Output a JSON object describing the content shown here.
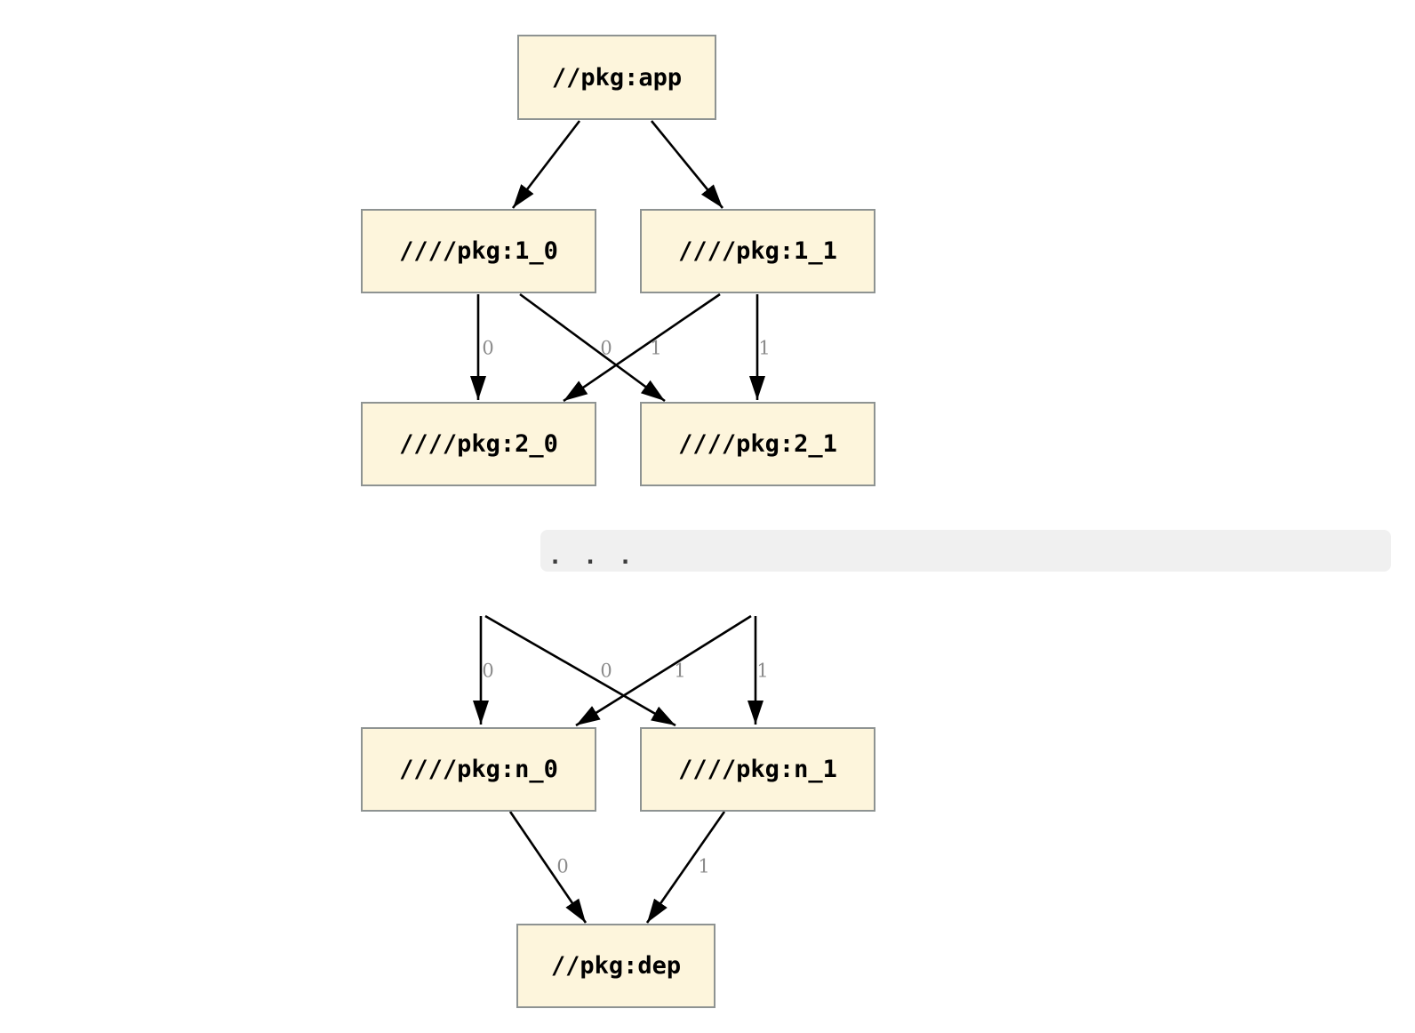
{
  "graph": {
    "nodes": [
      {
        "id": "app",
        "label": "//pkg:app"
      },
      {
        "id": "1_0",
        "label": "////pkg:1_0"
      },
      {
        "id": "1_1",
        "label": "////pkg:1_1"
      },
      {
        "id": "2_0",
        "label": "////pkg:2_0"
      },
      {
        "id": "2_1",
        "label": "////pkg:2_1"
      },
      {
        "id": "n_0",
        "label": "////pkg:n_0"
      },
      {
        "id": "n_1",
        "label": "////pkg:n_1"
      },
      {
        "id": "dep",
        "label": "//pkg:dep"
      }
    ],
    "edges": [
      {
        "from": "//pkg:app",
        "to": "////pkg:1_0",
        "label": ""
      },
      {
        "from": "//pkg:app",
        "to": "////pkg:1_1",
        "label": ""
      },
      {
        "from": "////pkg:1_0",
        "to": "////pkg:2_0",
        "label": "0"
      },
      {
        "from": "////pkg:1_0",
        "to": "////pkg:2_1",
        "label": "0"
      },
      {
        "from": "////pkg:1_1",
        "to": "////pkg:2_0",
        "label": "1"
      },
      {
        "from": "////pkg:1_1",
        "to": "////pkg:2_1",
        "label": "1"
      },
      {
        "from": "...",
        "to": "////pkg:n_0",
        "label": "0"
      },
      {
        "from": "...",
        "to": "////pkg:n_1",
        "label": "0"
      },
      {
        "from": "...",
        "to": "////pkg:n_0",
        "label": "1"
      },
      {
        "from": "...",
        "to": "////pkg:n_1",
        "label": "1"
      },
      {
        "from": "////pkg:n_0",
        "to": "//pkg:dep",
        "label": "0"
      },
      {
        "from": "////pkg:n_1",
        "to": "//pkg:dep",
        "label": "1"
      }
    ],
    "ellipsis": ". . .",
    "colors": {
      "background": "#ffffff",
      "node_fill": "#fdf5dc",
      "node_border": "#8e9392",
      "node_text": "#000000",
      "edge_line": "#000000",
      "edge_label": "#8b8b8b",
      "ellipsis_band_bg": "#f0f0f0",
      "ellipsis_dots": "#3d3d3d"
    }
  }
}
